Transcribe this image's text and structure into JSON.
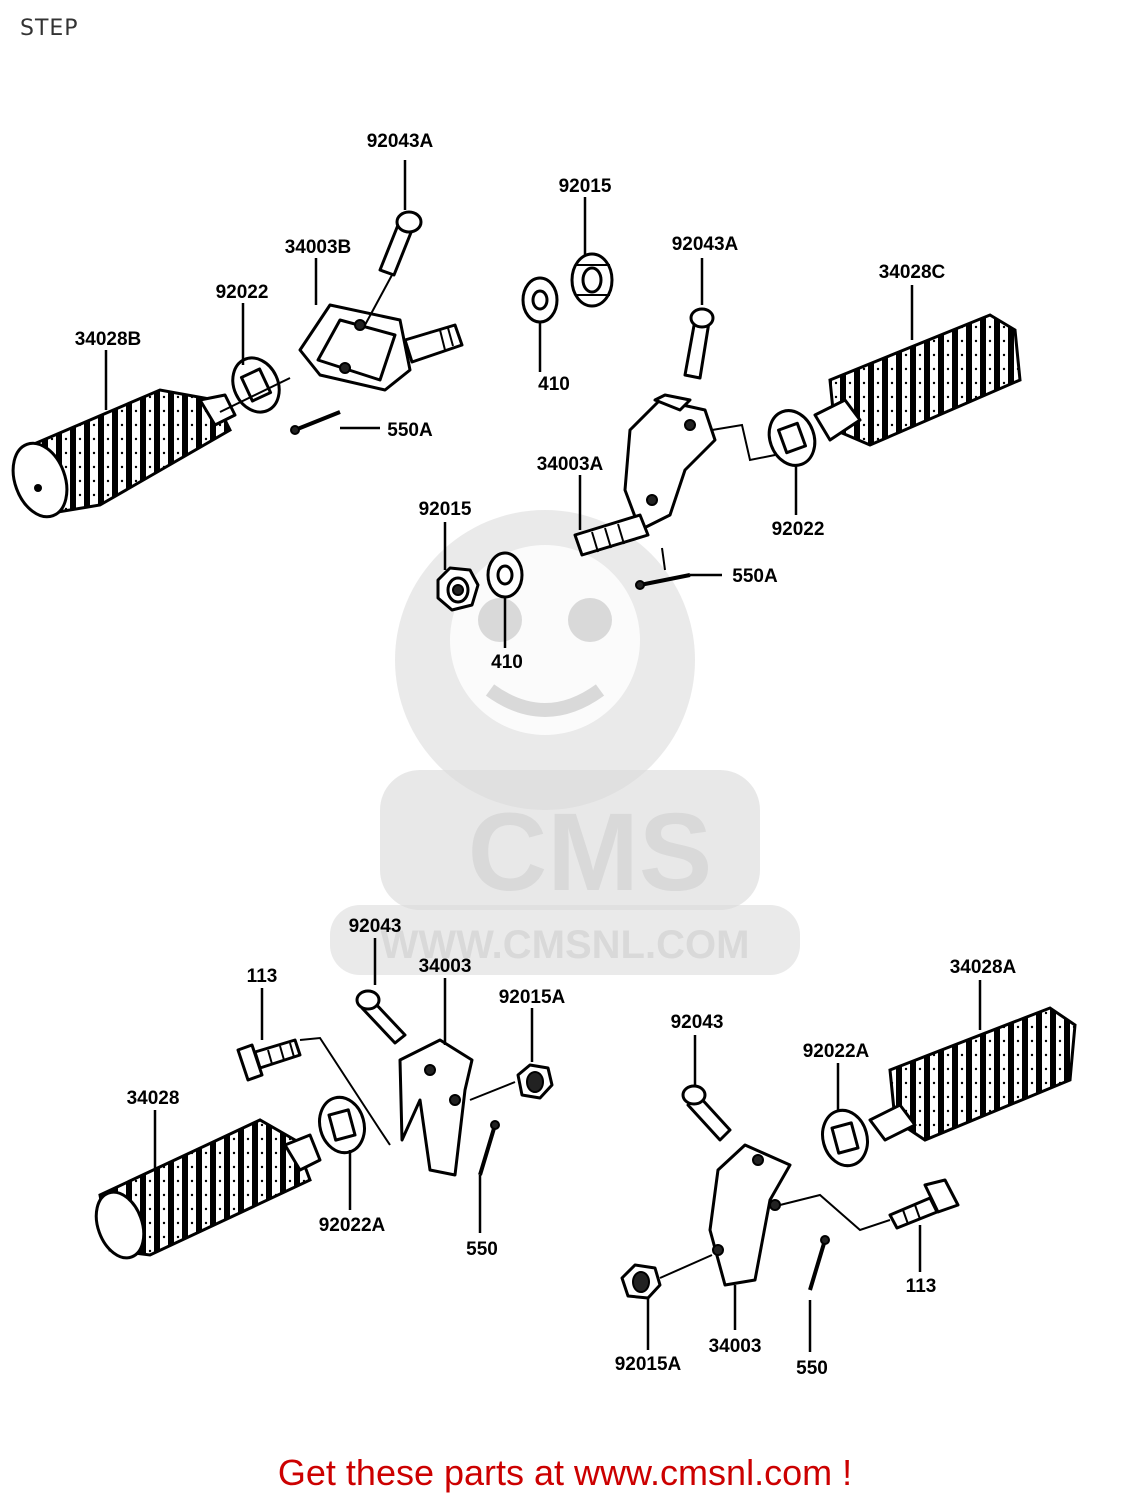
{
  "page": {
    "title": "STEP"
  },
  "watermark": {
    "logo_text": "CMS",
    "url": "WWW.CMSNL.COM"
  },
  "labels": {
    "top_left_pin": "92043A",
    "top_left_holder": "34003B",
    "top_left_washer": "92022",
    "top_left_step": "34028B",
    "top_left_cotter": "550A",
    "top_mid_nut": "92015",
    "top_mid_washer": "410",
    "top_right_pin": "92043A",
    "top_right_step": "34028C",
    "top_right_holder": "34003A",
    "top_right_washer": "92022",
    "top_right_cotter": "550A",
    "mid_nut": "92015",
    "mid_washer": "410",
    "bot_left_pin": "92043",
    "bot_left_bolt": "113",
    "bot_left_bracket": "34003",
    "bot_left_nut": "92015A",
    "bot_left_step": "34028",
    "bot_left_washer": "92022A",
    "bot_left_cotter": "550",
    "bot_right_step": "34028A",
    "bot_right_pin": "92043",
    "bot_right_washer": "92022A",
    "bot_right_bolt": "113",
    "bot_right_nut": "92015A",
    "bot_right_bracket": "34003",
    "bot_right_cotter": "550"
  },
  "footer": {
    "text": "Get these parts at www.cmsnl.com !"
  }
}
